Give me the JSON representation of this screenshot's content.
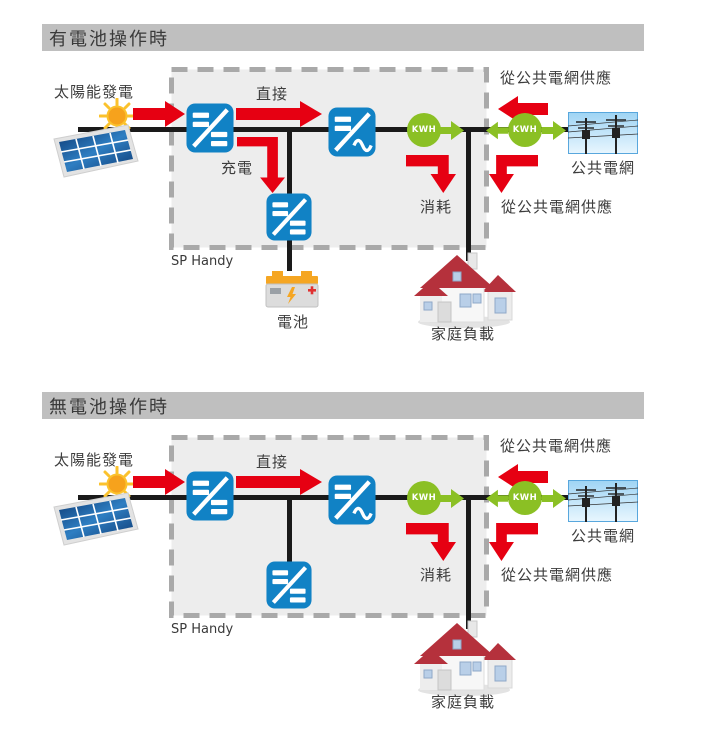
{
  "colors": {
    "arrow_red": "#e60012",
    "meter_green": "#8bc024",
    "inverter_blue": "#1182c5",
    "title_bar_bg": "#bfbfbf",
    "box_fill": "#ededed",
    "box_dash": "#a9a9a9",
    "wire_black": "#1a1a1a"
  },
  "d1": {
    "title": "有電池操作時",
    "solar_label": "太陽能發電",
    "direct_label": "直接",
    "charge_label": "充電",
    "consume_label": "消耗",
    "supply_top_label": "從公共電網供應",
    "supply_bottom_label": "從公共電網供應",
    "grid_label": "公共電網",
    "house_label": "家庭負載",
    "battery_label": "電池",
    "box_label": "SP Handy",
    "meter1_label": "KWH",
    "meter2_label": "KWH"
  },
  "d2": {
    "title": "無電池操作時",
    "solar_label": "太陽能發電",
    "direct_label": "直接",
    "consume_label": "消耗",
    "supply_top_label": "從公共電網供應",
    "supply_bottom_label": "從公共電網供應",
    "grid_label": "公共電網",
    "house_label": "家庭負載",
    "box_label": "SP Handy",
    "meter1_label": "KWH",
    "meter2_label": "KWH"
  }
}
